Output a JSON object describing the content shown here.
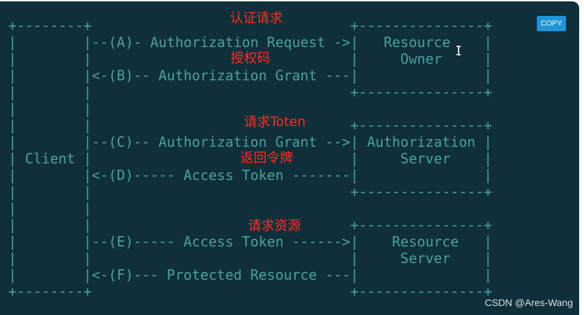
{
  "diagram": {
    "lines": [
      "+--------+                               +---------------+",
      "|        |--(A)- Authorization Request ->|   Resource    |",
      "|        |                               |     Owner     |",
      "|        |<-(B)-- Authorization Grant ---|               |",
      "|        |                               +---------------+",
      "|        |",
      "|        |                               +---------------+",
      "|        |--(C)-- Authorization Grant -->| Authorization |",
      "| Client |                               |     Server    |",
      "|        |<-(D)----- Access Token -------|               |",
      "|        |                               +---------------+",
      "|        |",
      "|        |                               +---------------+",
      "|        |--(E)----- Access Token ------>|    Resource   |",
      "|        |                               |     Server    |",
      "|        |<-(F)--- Protected Resource ---|               |",
      "+--------+                               +---------------+"
    ]
  },
  "annotations": {
    "a": "认证请求",
    "b": "授权码",
    "c": "请求Toten",
    "d": "返回令牌",
    "e": "请求资源"
  },
  "toolbar": {
    "copy_label": "COPY"
  },
  "watermark": "CSDN @Ares-Wang",
  "colors": {
    "background": "#0f2f3a",
    "text": "#4aa0a0",
    "annotation": "#ff2b1f",
    "copy_button": "#1d95d9"
  },
  "icons": {
    "cursor": "text-cursor-icon"
  }
}
